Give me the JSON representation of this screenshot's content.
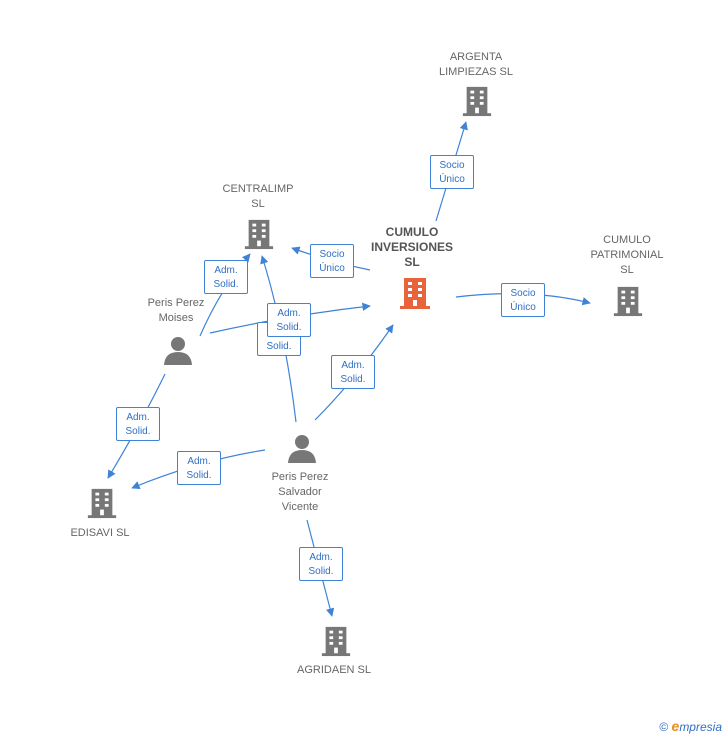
{
  "colors": {
    "accent": "#e8643a",
    "node": "#777777",
    "edge": "#3f83d6",
    "label": "#2f6fc4"
  },
  "nodes": {
    "cumulo_inversiones": {
      "label": "CUMULO\nINVERSIONES\nSL",
      "icon": "building-icon"
    },
    "argenta": {
      "label": "ARGENTA\nLIMPIEZAS  SL",
      "icon": "building-icon"
    },
    "centralimp": {
      "label": "CENTRALIMP\nSL",
      "icon": "building-icon"
    },
    "cumulo_patrimonial": {
      "label": "CUMULO\nPATRIMONIAL\nSL",
      "icon": "building-icon"
    },
    "peris_moises": {
      "label": "Peris Perez\nMoises",
      "icon": "person-icon"
    },
    "peris_salvador": {
      "label": "Peris Perez\nSalvador\nVicente",
      "icon": "person-icon"
    },
    "edisavi": {
      "label": "EDISAVI SL",
      "icon": "building-icon"
    },
    "agridaen": {
      "label": "AGRIDAEN  SL",
      "icon": "building-icon"
    }
  },
  "edges": {
    "e1": "Socio\nÚnico",
    "e2": "Socio\nÚnico",
    "e3": "Socio\nÚnico",
    "e4": "Adm.\nSolid.",
    "e5": "Adm.\nSolid.",
    "e6": "Adm.\nSolid.",
    "e7": "Adm.\nSolid.",
    "e8": "Adm.\nSolid.",
    "e9": "Adm.\nSolid.",
    "e10": "Adm.\nSolid."
  },
  "footer": {
    "copyright": "©",
    "brand_e": "e",
    "brand_rest": "mpresia"
  }
}
